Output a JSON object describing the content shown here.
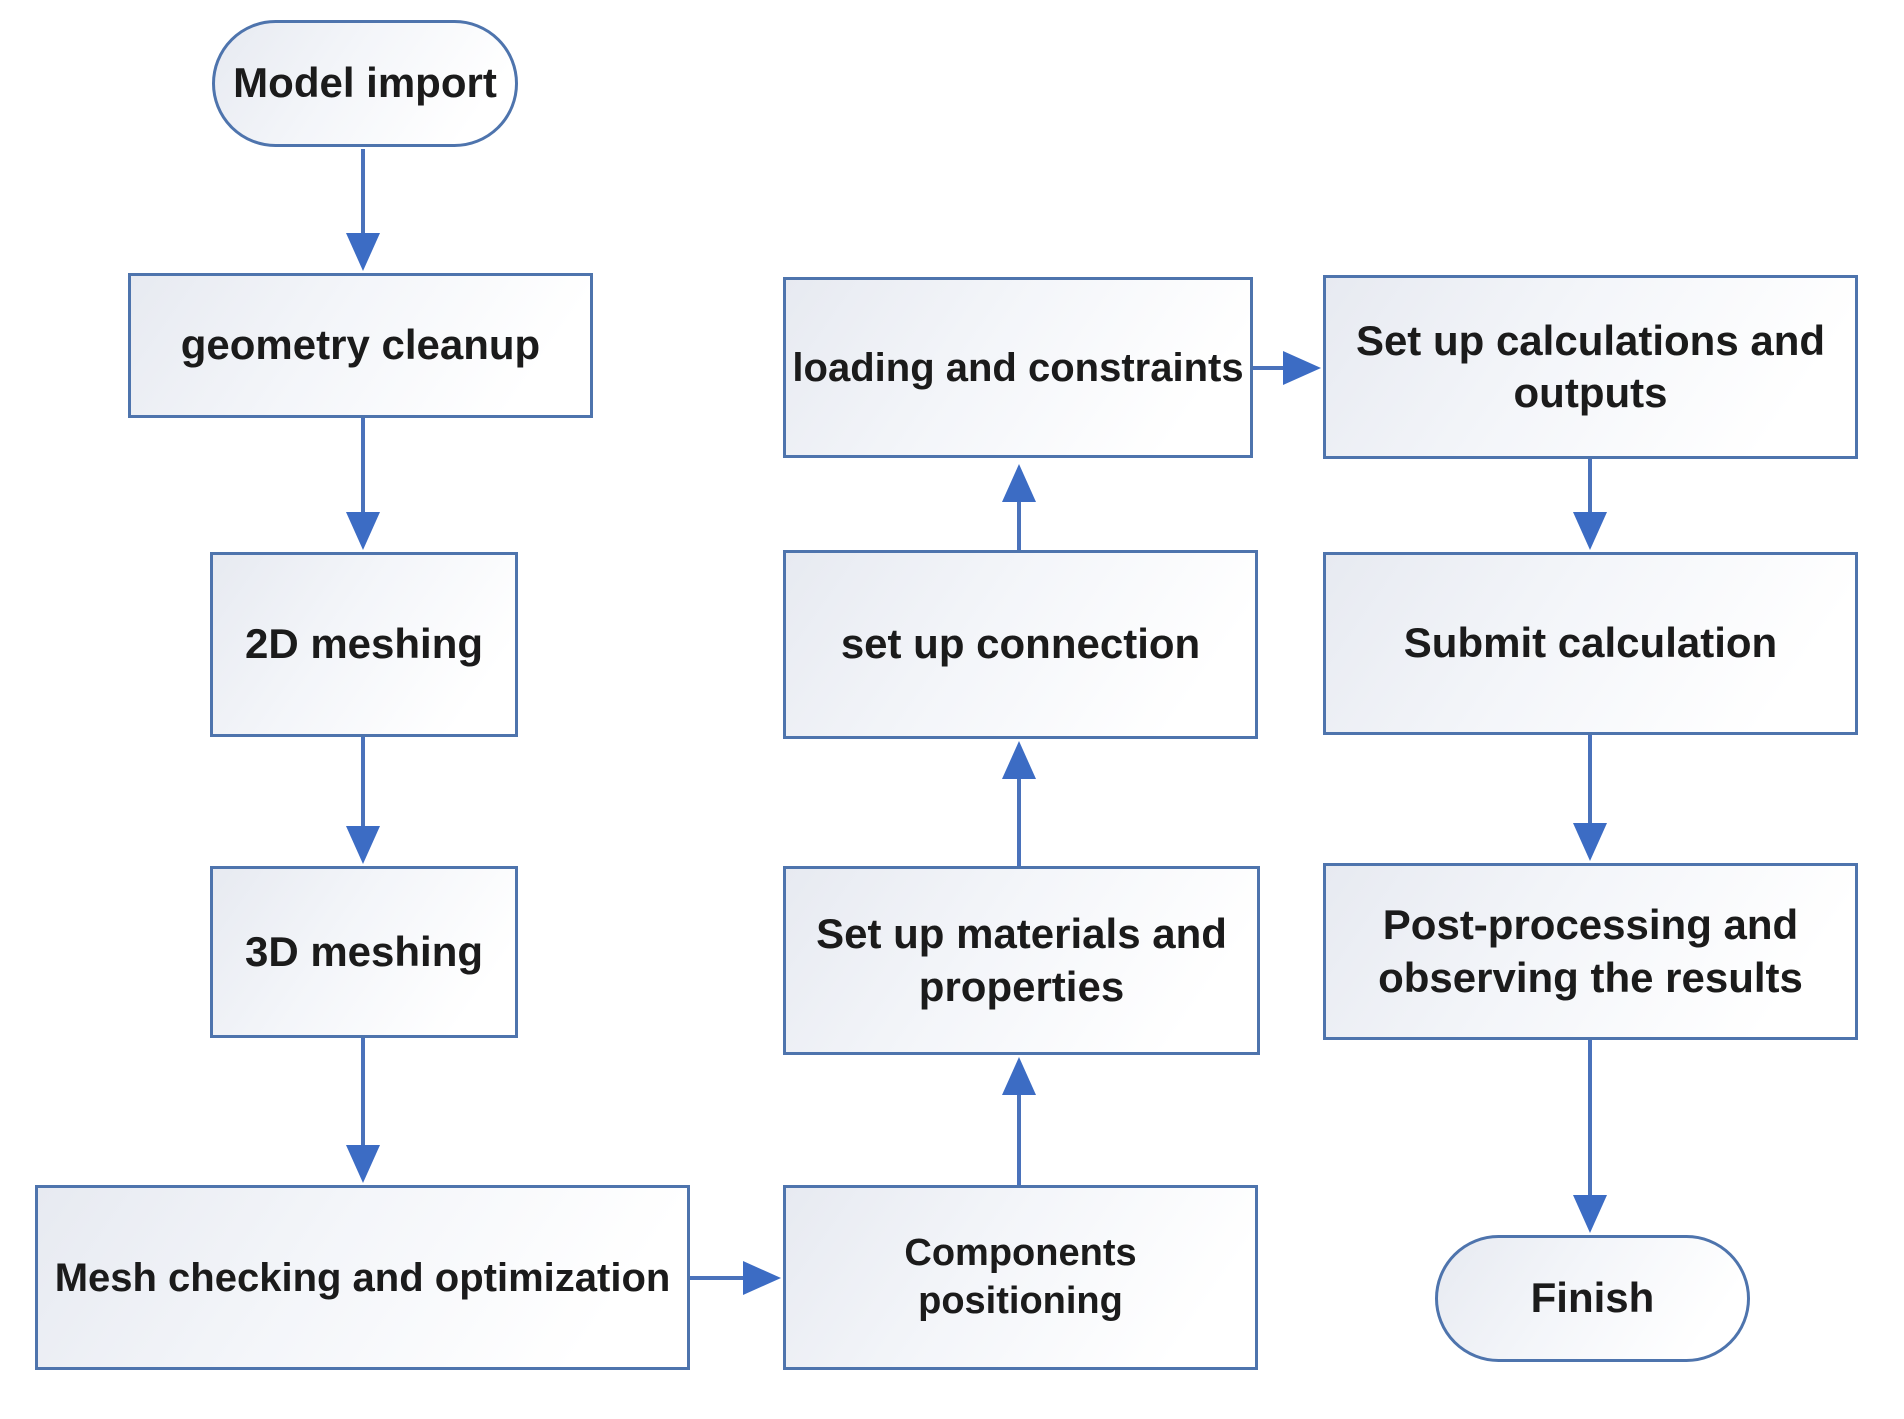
{
  "diagram": {
    "type": "flowchart",
    "colors": {
      "box_border": "#4e74ad",
      "box_fill_top": "#e7eaf1",
      "box_fill_bottom": "#ffffff",
      "arrow_line": "#4a72bb",
      "arrow_head": "#3c6cc4",
      "text": "#1b1b1b",
      "background": "#ffffff"
    },
    "nodes": [
      {
        "id": "model-import",
        "label": "Model import",
        "shape": "stadium"
      },
      {
        "id": "geometry-cleanup",
        "label": "geometry cleanup",
        "shape": "rect"
      },
      {
        "id": "2d-meshing",
        "label": "2D meshing",
        "shape": "rect"
      },
      {
        "id": "3d-meshing",
        "label": "3D meshing",
        "shape": "rect"
      },
      {
        "id": "mesh-checking",
        "label": "Mesh checking and optimization",
        "shape": "rect"
      },
      {
        "id": "components-positioning",
        "label": "Components  positioning",
        "shape": "rect"
      },
      {
        "id": "materials-properties",
        "label": "Set up materials and properties",
        "shape": "rect"
      },
      {
        "id": "set-up-connection",
        "label": "set up connection",
        "shape": "rect"
      },
      {
        "id": "loading-constraints",
        "label": "loading and constraints",
        "shape": "rect"
      },
      {
        "id": "calculations-outputs",
        "label": "Set up calculations and outputs",
        "shape": "rect"
      },
      {
        "id": "submit-calculation",
        "label": "Submit calculation",
        "shape": "rect"
      },
      {
        "id": "post-processing",
        "label": "Post-processing and observing the results",
        "shape": "rect"
      },
      {
        "id": "finish",
        "label": "Finish",
        "shape": "stadium"
      }
    ],
    "edges": [
      {
        "from": "model-import",
        "to": "geometry-cleanup",
        "direction": "down"
      },
      {
        "from": "geometry-cleanup",
        "to": "2d-meshing",
        "direction": "down"
      },
      {
        "from": "2d-meshing",
        "to": "3d-meshing",
        "direction": "down"
      },
      {
        "from": "3d-meshing",
        "to": "mesh-checking",
        "direction": "down"
      },
      {
        "from": "mesh-checking",
        "to": "components-positioning",
        "direction": "right"
      },
      {
        "from": "components-positioning",
        "to": "materials-properties",
        "direction": "up"
      },
      {
        "from": "materials-properties",
        "to": "set-up-connection",
        "direction": "up"
      },
      {
        "from": "set-up-connection",
        "to": "loading-constraints",
        "direction": "up"
      },
      {
        "from": "loading-constraints",
        "to": "calculations-outputs",
        "direction": "right"
      },
      {
        "from": "calculations-outputs",
        "to": "submit-calculation",
        "direction": "down"
      },
      {
        "from": "submit-calculation",
        "to": "post-processing",
        "direction": "down"
      },
      {
        "from": "post-processing",
        "to": "finish",
        "direction": "down"
      }
    ]
  }
}
